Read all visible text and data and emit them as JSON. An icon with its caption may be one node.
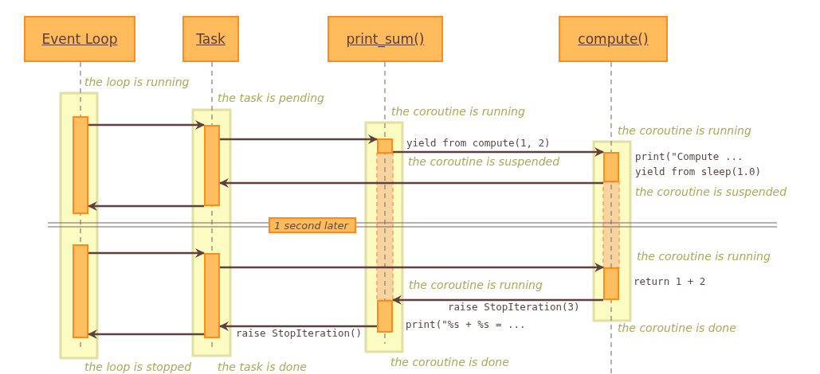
{
  "diagram": {
    "nodes": [
      {
        "text": [
          "Event Loop"
        ]
      },
      {
        "text": [
          "Task"
        ]
      },
      {
        "text": [
          "print_sum()"
        ]
      },
      {
        "text": [
          "compute()"
        ]
      },
      {
        "text": [],
        "shape": "bar"
      },
      {
        "text": [],
        "shape": "bar"
      },
      {
        "text": [],
        "shape": "bar"
      },
      {
        "text": [],
        "shape": "bar"
      },
      {
        "text": [
          "1 second later"
        ]
      },
      {
        "text": [],
        "shape": "bar"
      },
      {
        "text": [],
        "shape": "bar"
      },
      {
        "text": [],
        "shape": "bar"
      },
      {
        "text": [],
        "shape": "bar"
      }
    ],
    "edges": [
      {
        "from": 4,
        "to": 5,
        "arrow": "to"
      },
      {
        "from": 5,
        "to": 6,
        "arrow": "to"
      },
      {
        "from": 6,
        "to": 7,
        "arrow": "to",
        "label": "yield from compute(1, 2)"
      },
      {
        "from": 7,
        "to": 5,
        "arrow": "to"
      },
      {
        "from": 5,
        "to": 4,
        "arrow": "to"
      },
      {
        "from": 9,
        "to": 10,
        "arrow": "to"
      },
      {
        "from": 10,
        "to": 11,
        "arrow": "to"
      },
      {
        "from": 11,
        "to": 12,
        "arrow": "to",
        "label": "raise StopIteration(3)"
      },
      {
        "from": 12,
        "to": 10,
        "arrow": "to",
        "label": "raise StopIteration()"
      },
      {
        "from": 10,
        "to": 9,
        "arrow": "to"
      }
    ],
    "labels": [
      "the loop is running",
      "the task is pending",
      "the coroutine is running",
      "the coroutine is running",
      "the coroutine is suspended",
      "print(\"Compute ...",
      "yield from sleep(1.0)",
      "the coroutine is suspended",
      "the coroutine is running",
      "return 1 + 2",
      "the coroutine is running",
      "print(\"%s + %s = ...",
      "the coroutine is done",
      "the task is done",
      "the coroutine is done",
      "the loop is stopped"
    ]
  }
}
